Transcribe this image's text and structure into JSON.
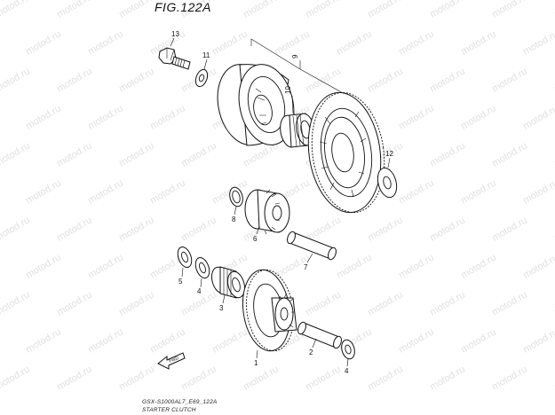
{
  "figure": {
    "title": "FIG.122A",
    "model_caption": "GSX-S1000AL7_E69_122A",
    "section_caption": "STARTER CLUTCH"
  },
  "watermark": "motod.ru",
  "front_arrow_label": "FWD",
  "callouts": [
    "13",
    "11",
    "9",
    "10",
    "12",
    "8",
    "6",
    "7",
    "5",
    "4",
    "3",
    "1",
    "2",
    "4"
  ]
}
